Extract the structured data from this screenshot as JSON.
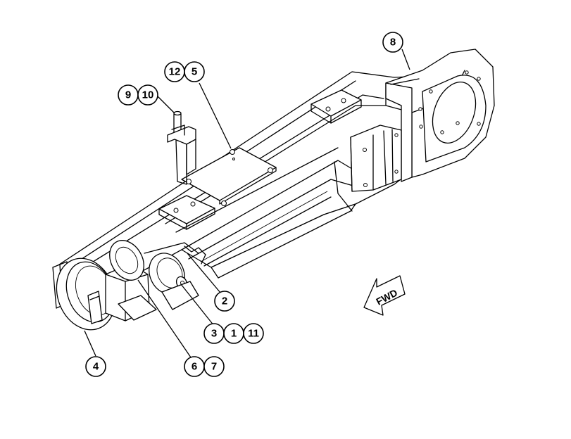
{
  "callouts": [
    {
      "id": "c8",
      "label": "8"
    },
    {
      "id": "c12",
      "label": "12"
    },
    {
      "id": "c5",
      "label": "5"
    },
    {
      "id": "c9",
      "label": "9"
    },
    {
      "id": "c10",
      "label": "10"
    },
    {
      "id": "c2",
      "label": "2"
    },
    {
      "id": "c3",
      "label": "3"
    },
    {
      "id": "c1",
      "label": "1"
    },
    {
      "id": "c11",
      "label": "11"
    },
    {
      "id": "c4",
      "label": "4"
    },
    {
      "id": "c6",
      "label": "6"
    },
    {
      "id": "c7",
      "label": "7"
    }
  ],
  "direction_arrow": {
    "label": "FWD"
  }
}
